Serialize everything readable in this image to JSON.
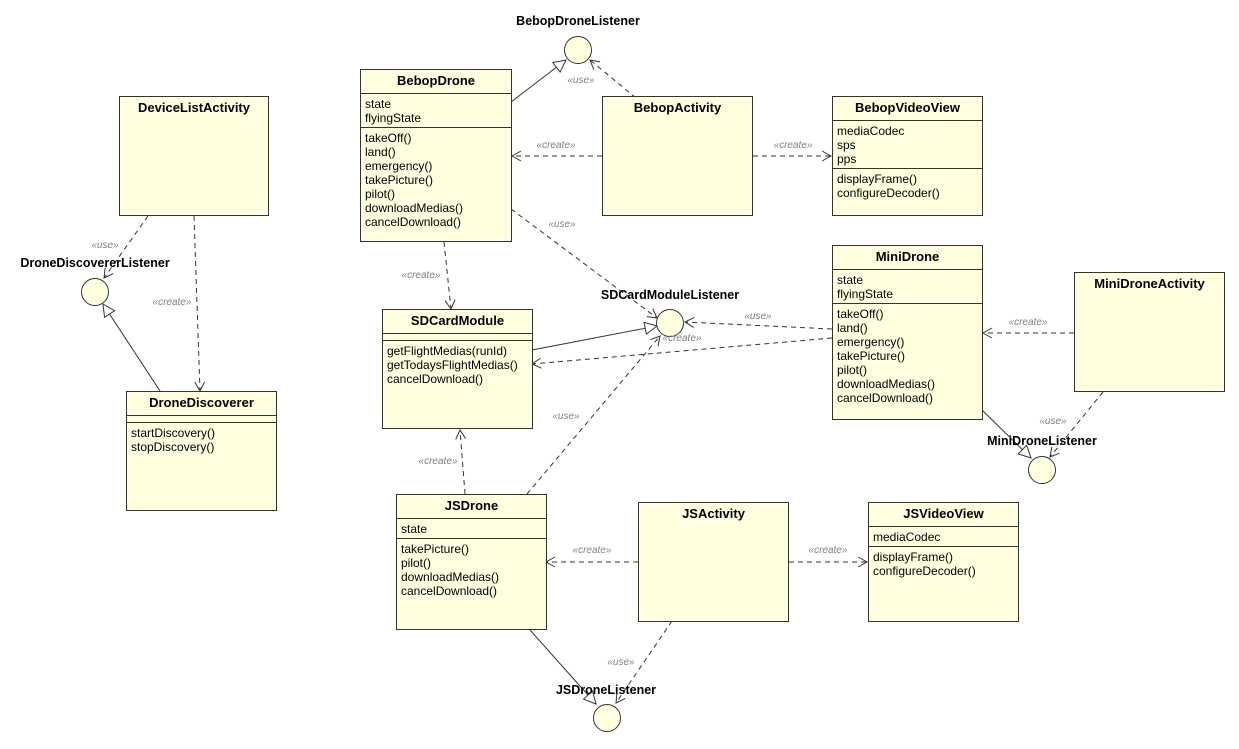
{
  "classes": {
    "device_list_activity": {
      "name": "DeviceListActivity",
      "attrs": [],
      "ops": []
    },
    "bebop_drone": {
      "name": "BebopDrone",
      "attrs": [
        "state",
        "flyingState"
      ],
      "ops": [
        "takeOff()",
        "land()",
        "emergency()",
        "takePicture()",
        "pilot()",
        "downloadMedias()",
        "cancelDownload()"
      ]
    },
    "bebop_activity": {
      "name": "BebopActivity",
      "attrs": [],
      "ops": []
    },
    "bebop_video_view": {
      "name": "BebopVideoView",
      "attrs": [
        "mediaCodec",
        "sps",
        "pps"
      ],
      "ops": [
        "displayFrame()",
        "configureDecoder()"
      ]
    },
    "sd_card_module": {
      "name": "SDCardModule",
      "attrs": [],
      "ops": [
        "getFlightMedias(runId)",
        "getTodaysFlightMedias()",
        "cancelDownload()"
      ]
    },
    "mini_drone": {
      "name": "MiniDrone",
      "attrs": [
        "state",
        "flyingState"
      ],
      "ops": [
        "takeOff()",
        "land()",
        "emergency()",
        "takePicture()",
        "pilot()",
        "downloadMedias()",
        "cancelDownload()"
      ]
    },
    "mini_drone_activity": {
      "name": "MiniDroneActivity",
      "attrs": [],
      "ops": []
    },
    "drone_discoverer": {
      "name": "DroneDiscoverer",
      "attrs": [],
      "ops": [
        "startDiscovery()",
        "stopDiscovery()"
      ]
    },
    "js_drone": {
      "name": "JSDrone",
      "attrs": [
        "state"
      ],
      "ops": [
        "takePicture()",
        "pilot()",
        "downloadMedias()",
        "cancelDownload()"
      ]
    },
    "js_activity": {
      "name": "JSActivity",
      "attrs": [],
      "ops": []
    },
    "js_video_view": {
      "name": "JSVideoView",
      "attrs": [
        "mediaCodec"
      ],
      "ops": [
        "displayFrame()",
        "configureDecoder()"
      ]
    }
  },
  "interfaces": {
    "bebop_drone_listener": "BebopDroneListener",
    "drone_discoverer_listener": "DroneDiscovererListener",
    "sd_card_module_listener": "SDCardModuleListener",
    "mini_drone_listener": "MiniDroneListener",
    "js_drone_listener": "JSDroneListener"
  },
  "stereotypes": {
    "use": "«use»",
    "create": "«create»"
  },
  "colors": {
    "class_fill": "#ffffe0",
    "line": "#333333",
    "stereotype_text": "#808080"
  }
}
